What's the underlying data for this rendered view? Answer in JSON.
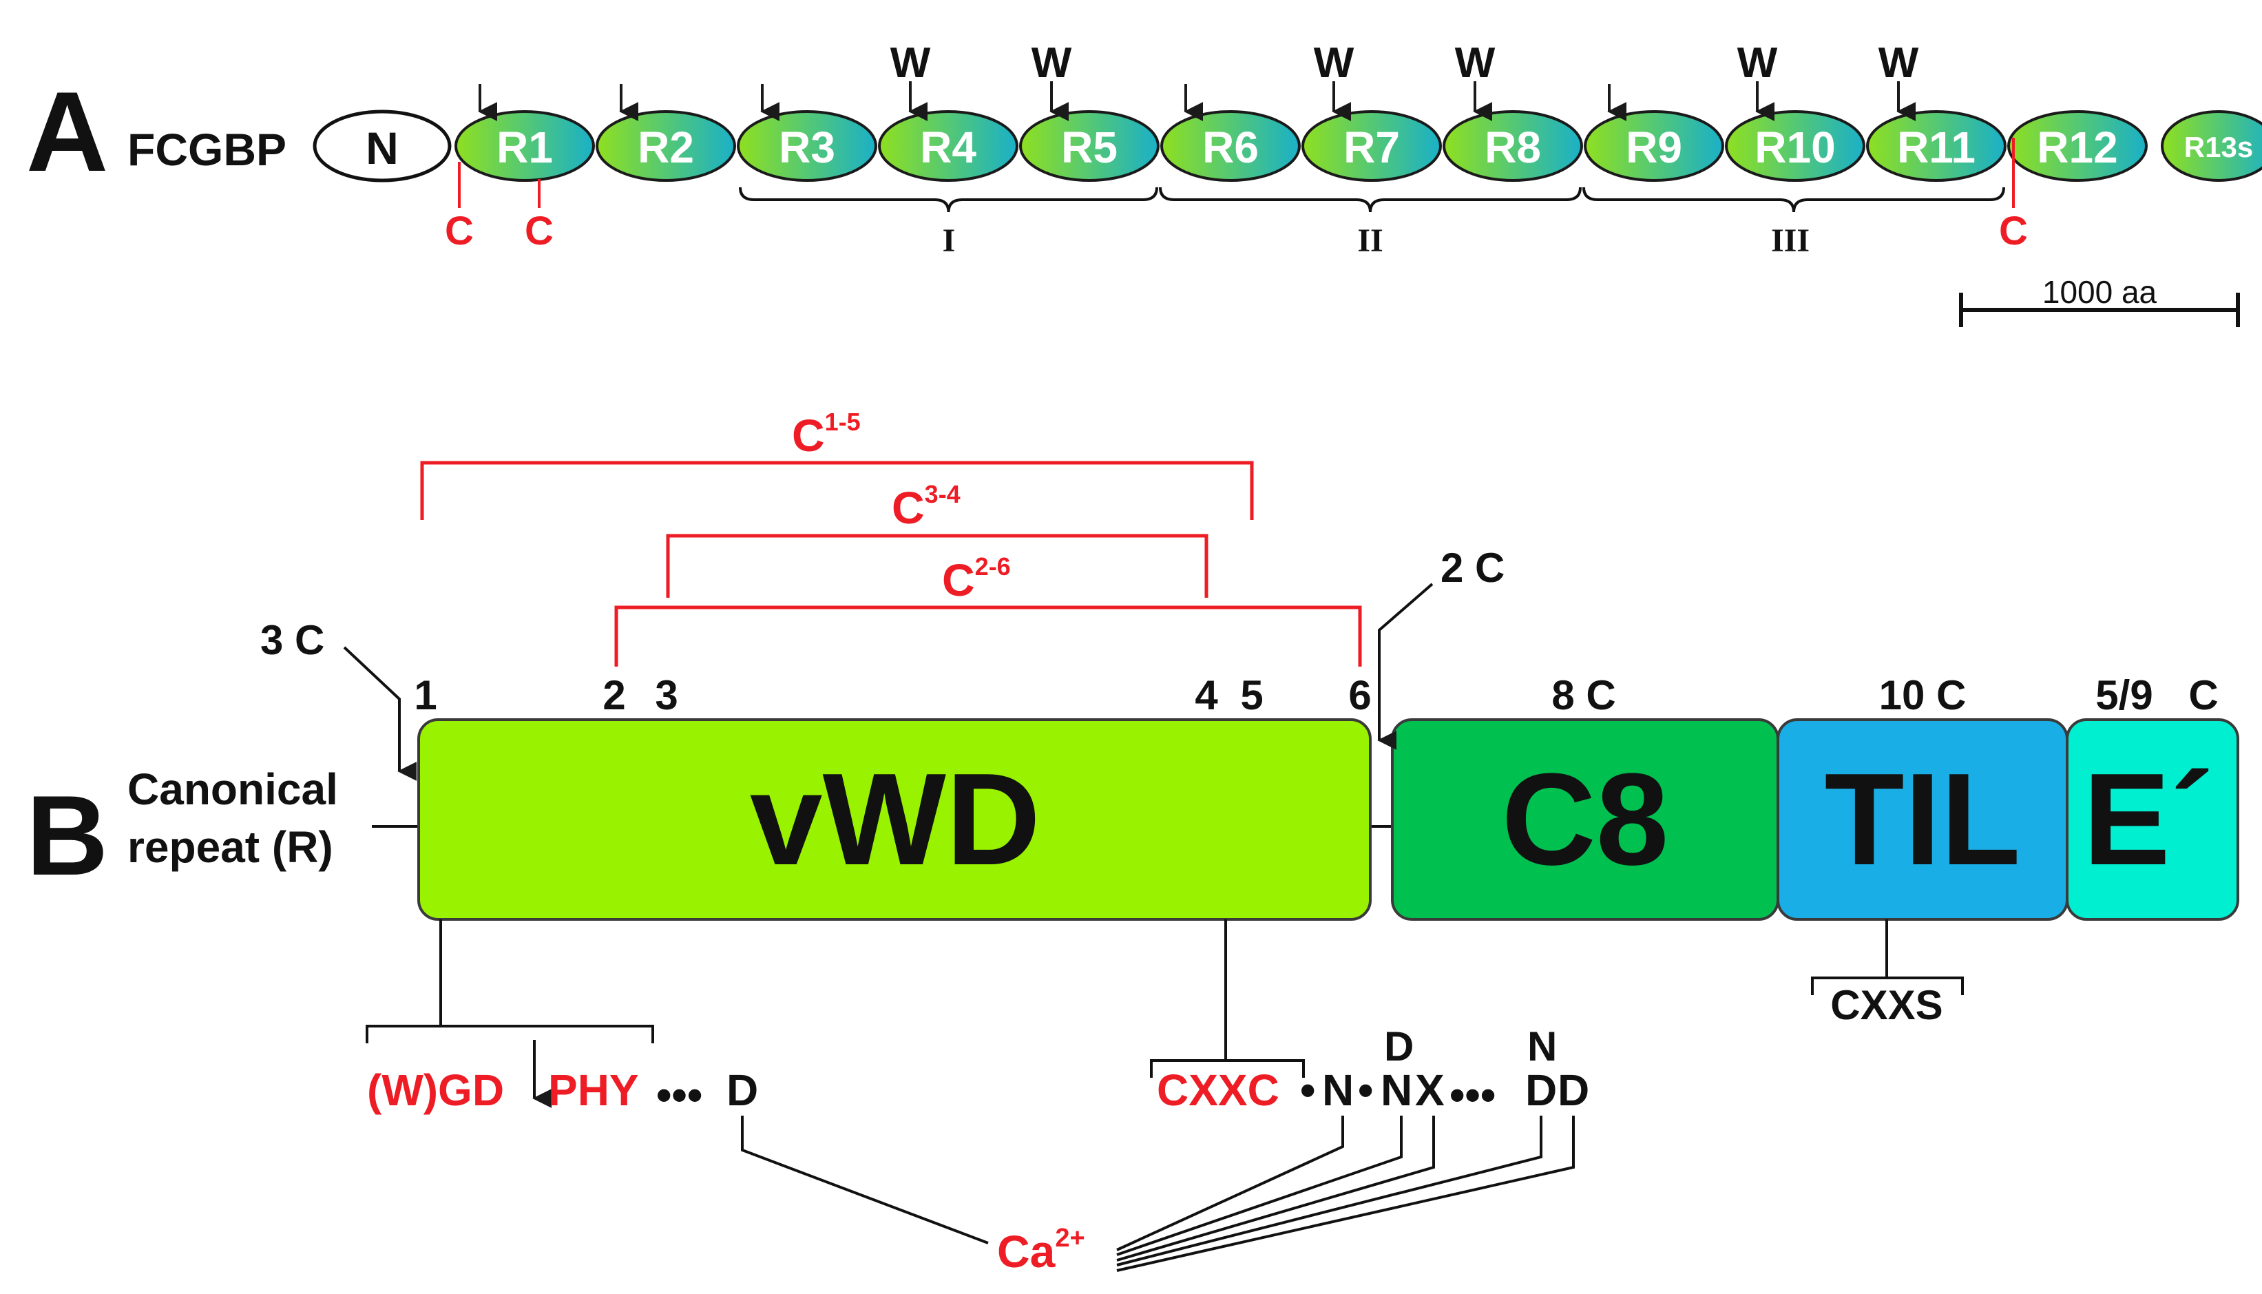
{
  "colors": {
    "red": "#ee1c24",
    "black": "#1a1a1a",
    "vwd": "#99f200",
    "c8": "#00c050",
    "til": "#1aaee6",
    "eprime": "#00efd0",
    "repeat_left": "#8fe020",
    "repeat_right": "#1ab0c8"
  },
  "panel_a": {
    "letter": "A",
    "protein": "FCGBP",
    "n_domain": "N",
    "repeats": [
      "R1",
      "R2",
      "R3",
      "R4",
      "R5",
      "R6",
      "R7",
      "R8",
      "R9",
      "R10",
      "R11",
      "R12",
      "R13s"
    ],
    "w_mark": "W",
    "cys_mark": "C",
    "groups": [
      "I",
      "II",
      "III"
    ],
    "scale_label": "1000 aa"
  },
  "panel_b": {
    "letter": "B",
    "repeat_label_1": "Canonical",
    "repeat_label_2": "repeat (R)",
    "domains": [
      "vWD",
      "C8",
      "TIL",
      "E´"
    ],
    "cys_counts": {
      "c8": "8 C",
      "til": "10 C",
      "e": "5/9",
      "e_c": "C"
    },
    "three_c": "3 C",
    "two_c": "2 C",
    "cys_numbers": [
      "1",
      "2",
      "3",
      "4",
      "5",
      "6"
    ],
    "bridge_base": "C",
    "bridges": [
      "1-5",
      "3-4",
      "2-6"
    ],
    "motif_wgd": "(W)GD",
    "motif_phy": "PHY",
    "dots": "•••",
    "dot": "•",
    "d": "D",
    "n": "N",
    "x": "X",
    "cxxc": "CXXC",
    "cxxs": "CXXS",
    "ca": "Ca",
    "ca_sup": "2+"
  }
}
